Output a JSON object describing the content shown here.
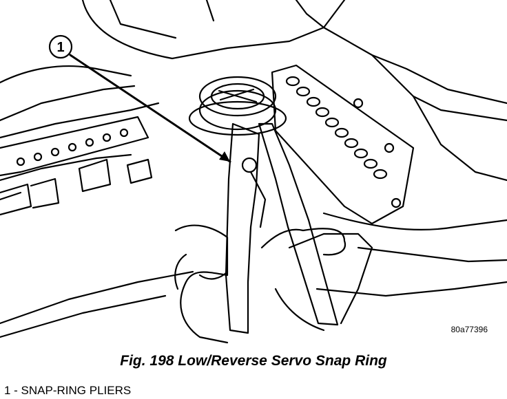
{
  "figure": {
    "callout": "1",
    "figure_id": "80a77396"
  },
  "caption": "Fig. 198 Low/Reverse Servo Snap Ring",
  "legend": [
    {
      "text": "1 - SNAP-RING PLIERS"
    }
  ]
}
